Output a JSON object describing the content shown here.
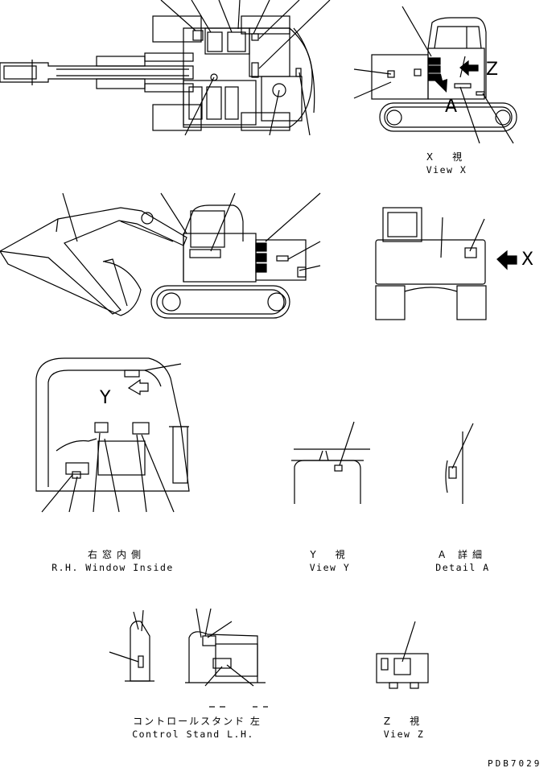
{
  "letters": {
    "z": "Z",
    "a": "A",
    "x": "X",
    "y": "Y"
  },
  "view_x": {
    "jp": "X　視",
    "en": "View X"
  },
  "window": {
    "jp": "右窓内側",
    "en": "R.H. Window Inside"
  },
  "view_y": {
    "jp": "Y　視",
    "en": "View Y"
  },
  "detail_a": {
    "jp": "A 詳細",
    "en": "Detail A"
  },
  "control_stand": {
    "jp": "コントロールスタンド 左",
    "en": "Control Stand L.H."
  },
  "view_z": {
    "jp": "Z　視",
    "en": "View Z"
  },
  "drawing_code": "PDB7029"
}
